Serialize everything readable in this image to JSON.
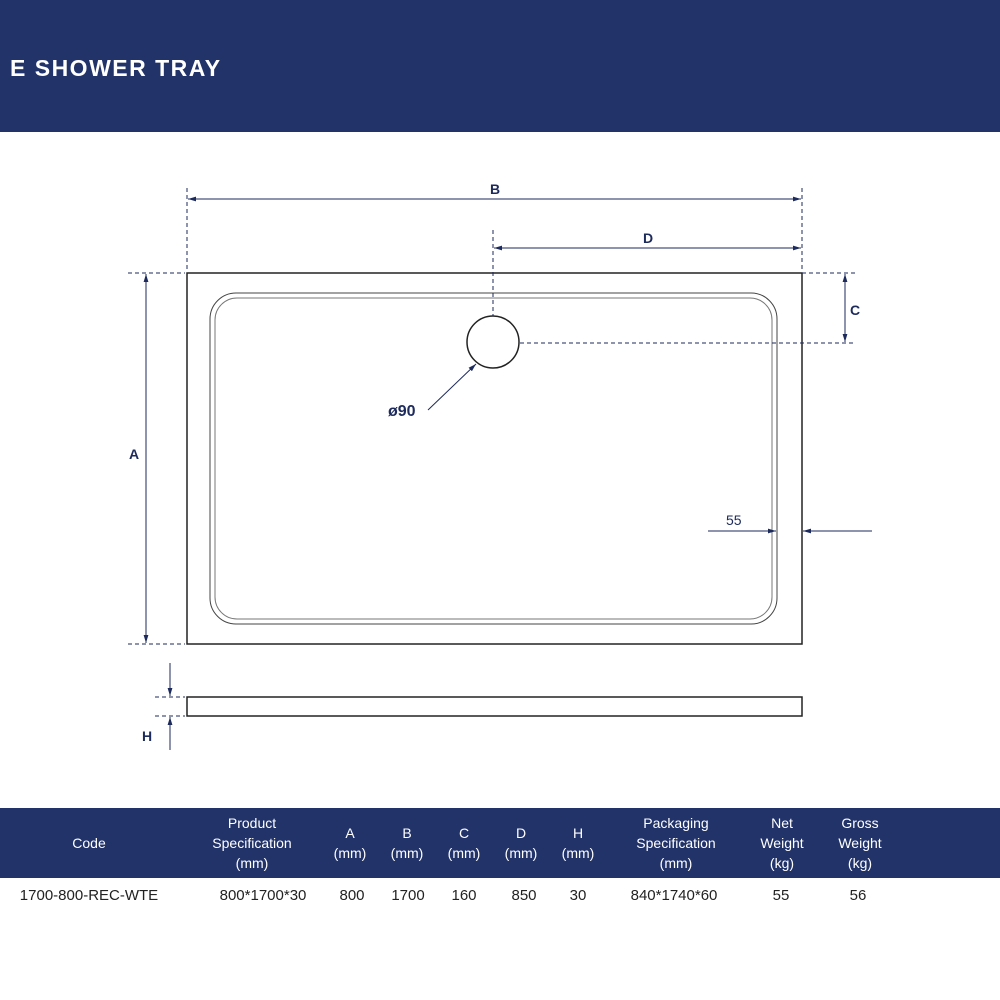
{
  "header": {
    "title": "E SHOWER TRAY"
  },
  "drawing": {
    "labels": {
      "A": "A",
      "B": "B",
      "C": "C",
      "D": "D",
      "H": "H",
      "drain": "ø90",
      "edge": "55"
    }
  },
  "table": {
    "headers": [
      "Code",
      "Product\nSpecification\n(mm)",
      "A\n(mm)",
      "B\n(mm)",
      "C\n(mm)",
      "D\n(mm)",
      "H\n(mm)",
      "Packaging\nSpecification\n(mm)",
      "Net\nWeight\n(kg)",
      "Gross\nWeight\n(kg)"
    ],
    "row": [
      "1700-800-REC-WTE",
      "800*1700*30",
      "800",
      "1700",
      "160",
      "850",
      "30",
      "840*1740*60",
      "55",
      "56"
    ]
  },
  "colors": {
    "navy": "#22336a",
    "line": "#1c2a5c"
  }
}
